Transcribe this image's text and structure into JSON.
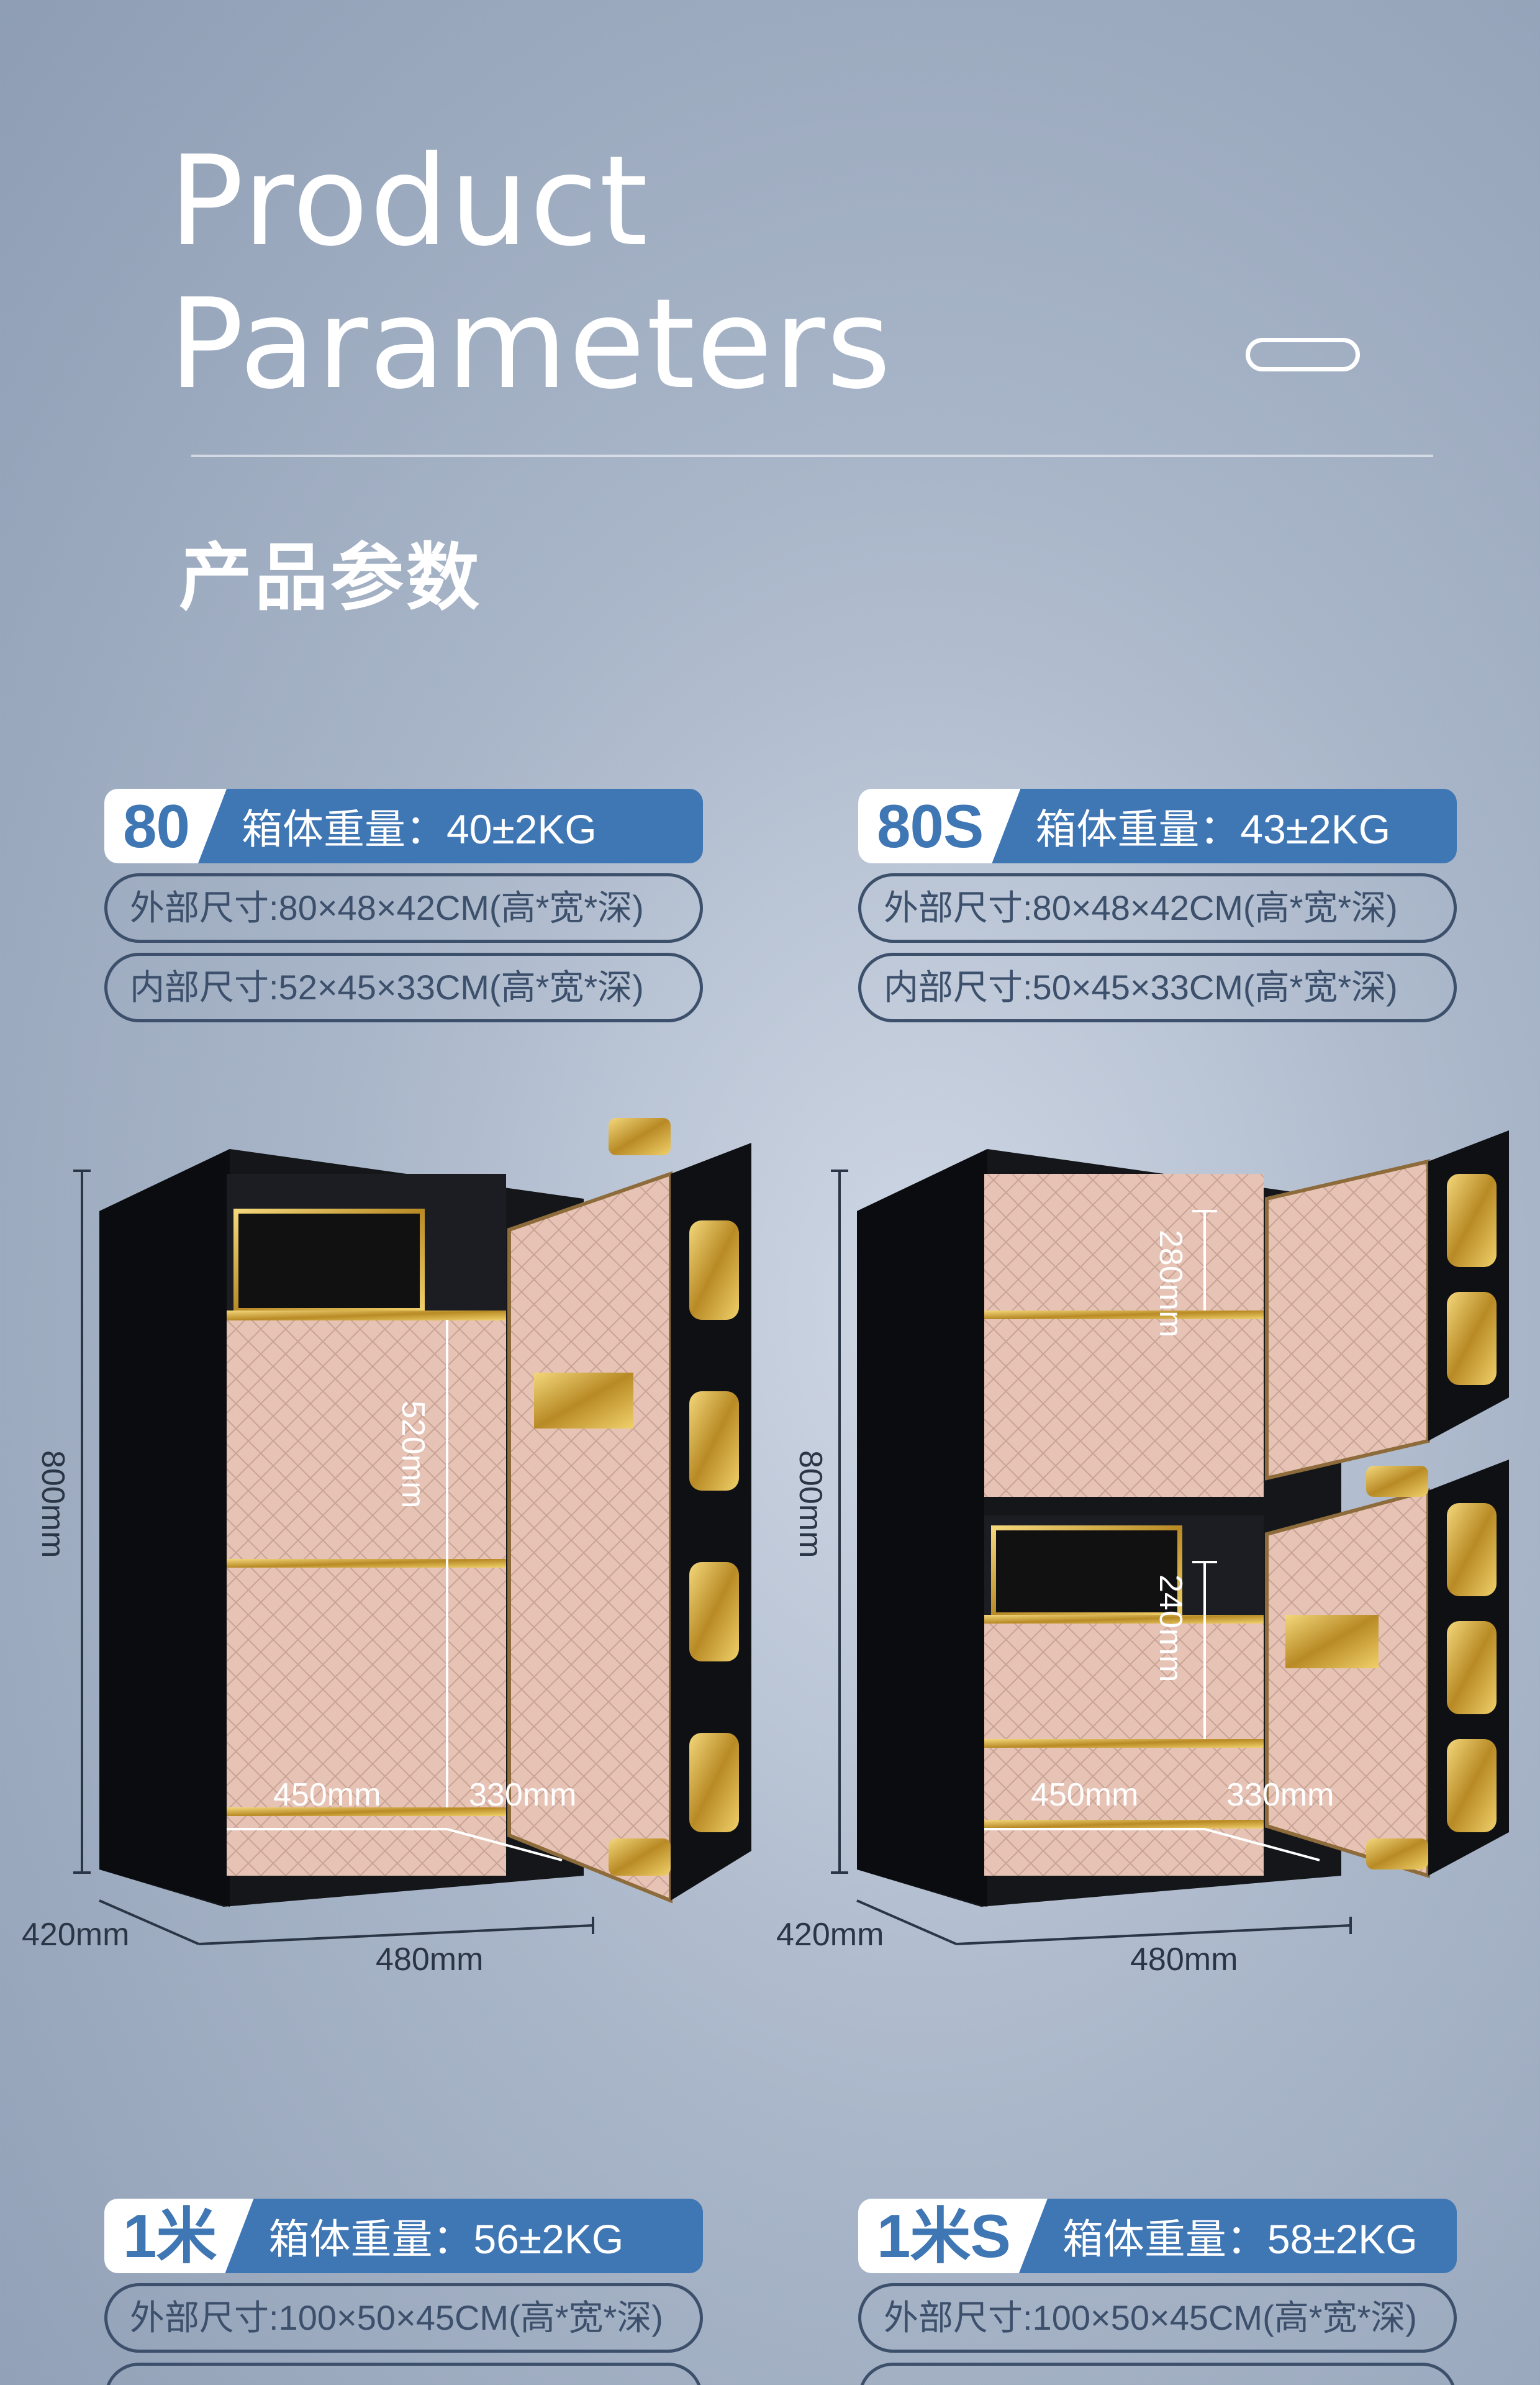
{
  "header": {
    "en_title_line1": "Product",
    "en_title_line2": "Parameters",
    "cn_title": "产品参数"
  },
  "specs": [
    {
      "model": "80",
      "weight": "箱体重量：40±2KG",
      "outer": "外部尺寸:80×48×42CM(高*宽*深)",
      "inner": "内部尺寸:52×45×33CM(高*宽*深)"
    },
    {
      "model": "80S",
      "weight": "箱体重量：43±2KG",
      "outer": "外部尺寸:80×48×42CM(高*宽*深)",
      "inner": "内部尺寸:50×45×33CM(高*宽*深)"
    },
    {
      "model": "1米",
      "weight": "箱体重量：56±2KG",
      "outer": "外部尺寸:100×50×45CM(高*宽*深)",
      "inner": ""
    },
    {
      "model": "1米S",
      "weight": "箱体重量：58±2KG",
      "outer": "外部尺寸:100×50×45CM(高*宽*深)",
      "inner": ""
    }
  ],
  "figures": [
    {
      "height": "800mm",
      "depth": "420mm",
      "width": "480mm",
      "inner_height": "520mm",
      "inner_width": "450mm",
      "inner_depth": "330mm"
    },
    {
      "height": "800mm",
      "depth": "420mm",
      "width": "480mm",
      "upper_height": "280mm",
      "lower_height": "240mm",
      "inner_width": "450mm",
      "inner_depth": "330mm"
    }
  ],
  "colors": {
    "accent_blue": "#3f76b4",
    "outline": "#3c4f6b",
    "safe_body": "#14161a",
    "interior": "#e8c6b8",
    "gold": "#c9a23a"
  }
}
